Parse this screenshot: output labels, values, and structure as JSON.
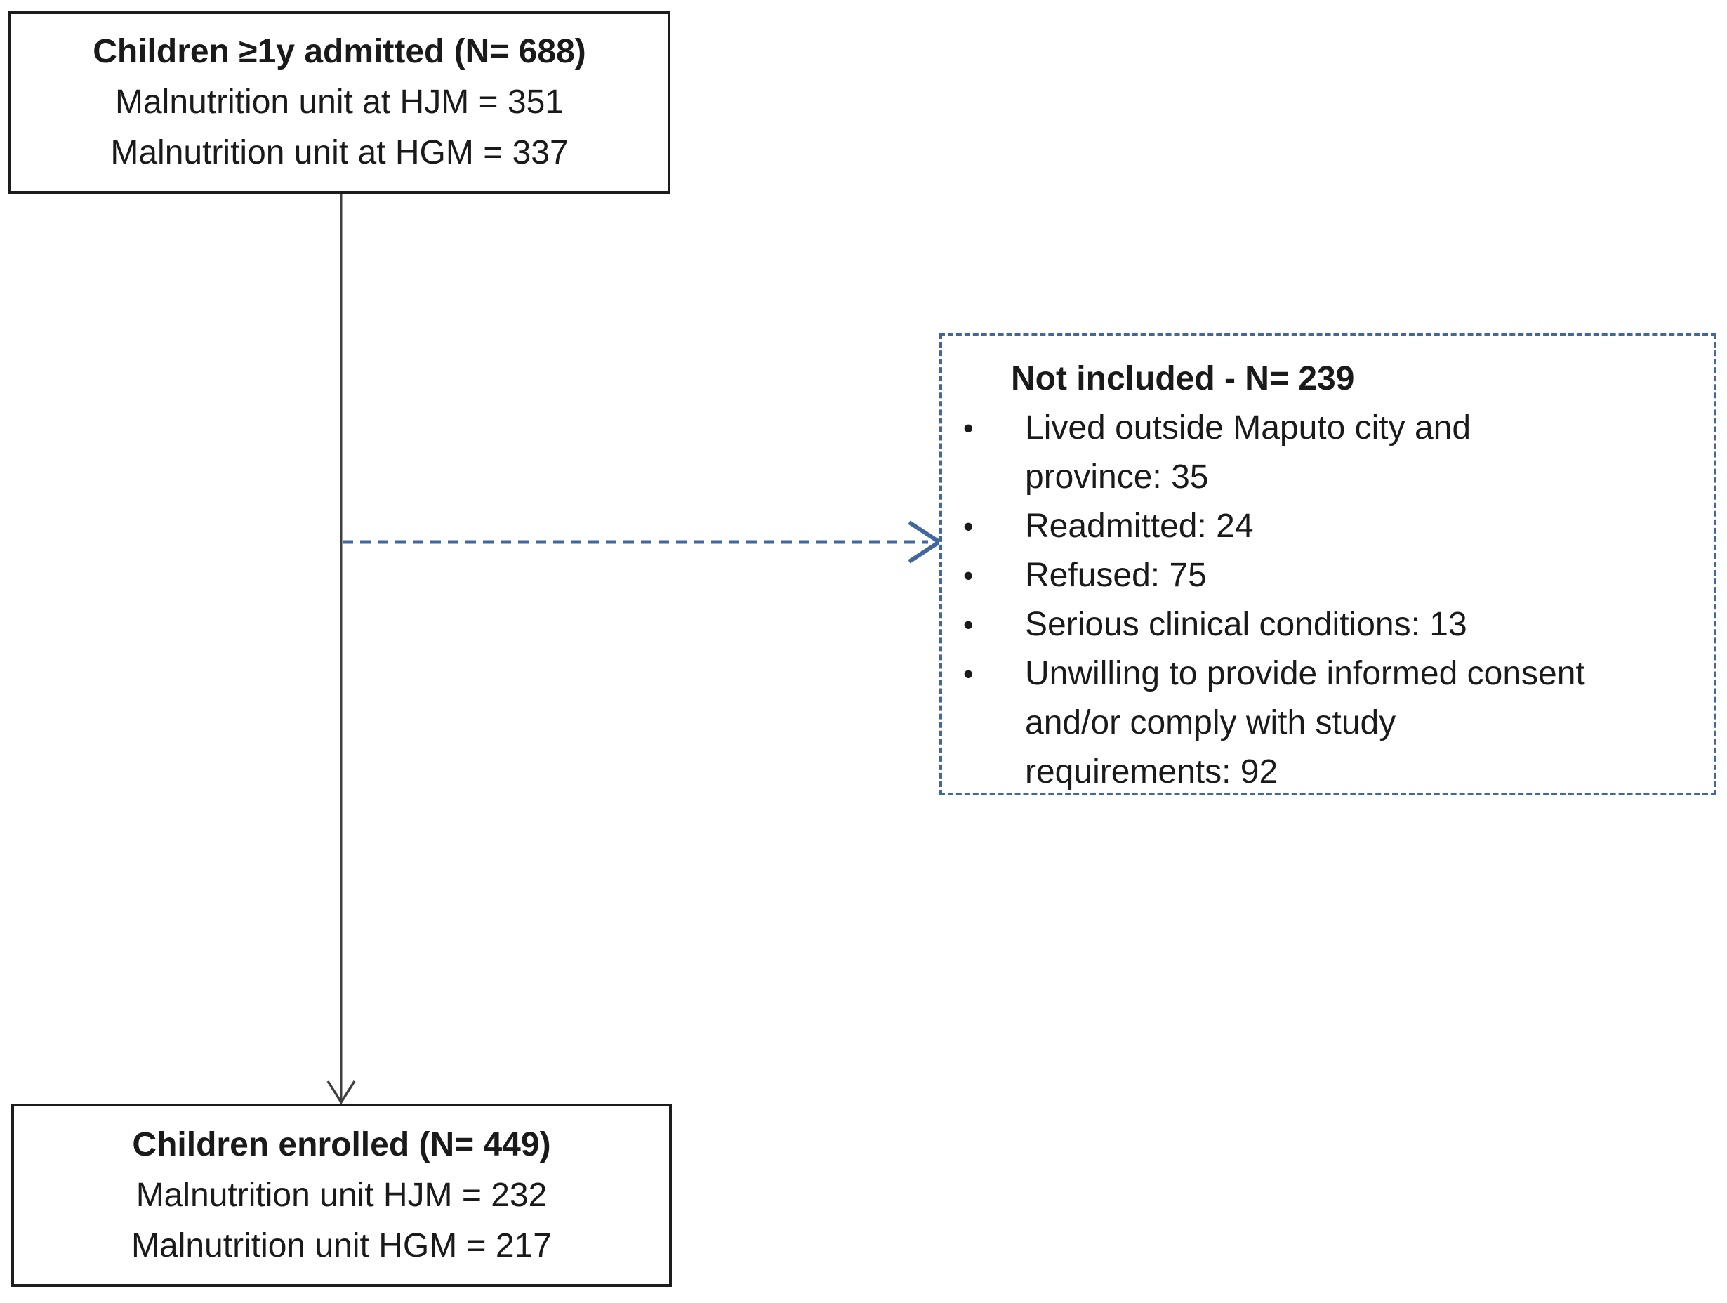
{
  "top_box": {
    "title": "Children ≥1y admitted (N= 688)",
    "lines": [
      "Malnutrition unit at HJM = 351",
      "Malnutrition unit at HGM = 337"
    ]
  },
  "excluded_box": {
    "title": "Not included - N= 239",
    "bullet_char": "•",
    "items": [
      "Lived outside Maputo city and\nprovince: 35",
      "Readmitted: 24",
      "Refused: 75",
      "Serious clinical conditions: 13",
      "Unwilling to provide informed consent\nand/or comply with study\nrequirements: 92"
    ]
  },
  "bottom_box": {
    "title": "Children enrolled (N= 449)",
    "lines": [
      "Malnutrition unit HJM = 232",
      "Malnutrition unit HGM = 217"
    ]
  },
  "colors": {
    "box_border": "#1c1c1c",
    "text": "#1a1a1a",
    "accent_blue": "#41679e",
    "line_gray": "#3f3f3f"
  }
}
